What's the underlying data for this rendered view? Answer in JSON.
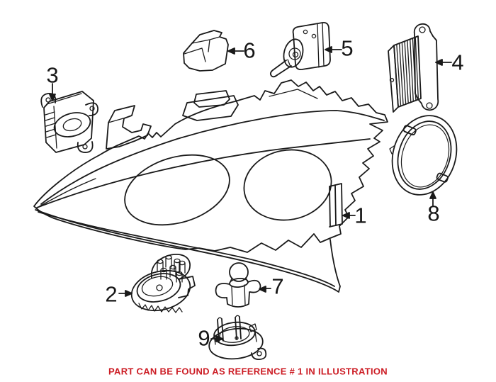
{
  "diagram": {
    "caption": "PART CAN BE FOUND AS REFERENCE # 1 IN ILLUSTRATION",
    "colors": {
      "line": "#1a1a1a",
      "caption_red": "#cc1c24",
      "background": "#ffffff"
    },
    "callouts": [
      {
        "label": "1"
      },
      {
        "label": "2"
      },
      {
        "label": "3"
      },
      {
        "label": "4"
      },
      {
        "label": "5"
      },
      {
        "label": "6"
      },
      {
        "label": "7"
      },
      {
        "label": "8"
      },
      {
        "label": "9"
      }
    ]
  }
}
